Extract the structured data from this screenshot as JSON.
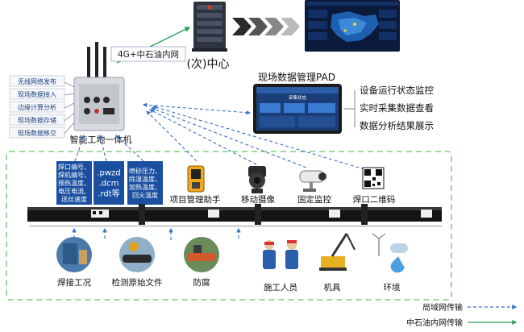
{
  "network_label": "4G+中石油内网",
  "center_label": "(次)中心",
  "pad": {
    "title": "现场数据管理PAD",
    "screen_title": "采集状态",
    "features": [
      "设备运行状态监控",
      "实时采集数据查看",
      "数据分析结果展示"
    ]
  },
  "terminal": {
    "label": "智能工地一体机",
    "functions": [
      "无线网络发布",
      "现场数据接入",
      "边缘计算分析",
      "现场数据存储",
      "现场数据移交"
    ]
  },
  "data_boxes": [
    {
      "lines": [
        "焊口编号、",
        "焊机编号、",
        "预热温度、",
        "电压电流、",
        "送丝速度"
      ]
    },
    {
      "lines": [
        ".pwzd",
        ".dcm",
        ".rdt等"
      ]
    },
    {
      "lines": [
        "喷砂压力、",
        "除湿温度、",
        "加热温度、",
        "回火温度"
      ]
    }
  ],
  "devices": [
    "项目管理助手",
    "移动摄像",
    "固定监控",
    "焊口二维码"
  ],
  "sources": [
    "焊接工况",
    "检测原始文件",
    "防腐",
    "施工人员",
    "机具",
    "环境"
  ],
  "legend": {
    "lan": "局域网传输",
    "intranet": "中石油内网传输"
  },
  "colors": {
    "lan": "#3b72c4",
    "intranet": "#2e9e56",
    "dashed_frame": "#7ed17e",
    "pipe": "#141414"
  }
}
